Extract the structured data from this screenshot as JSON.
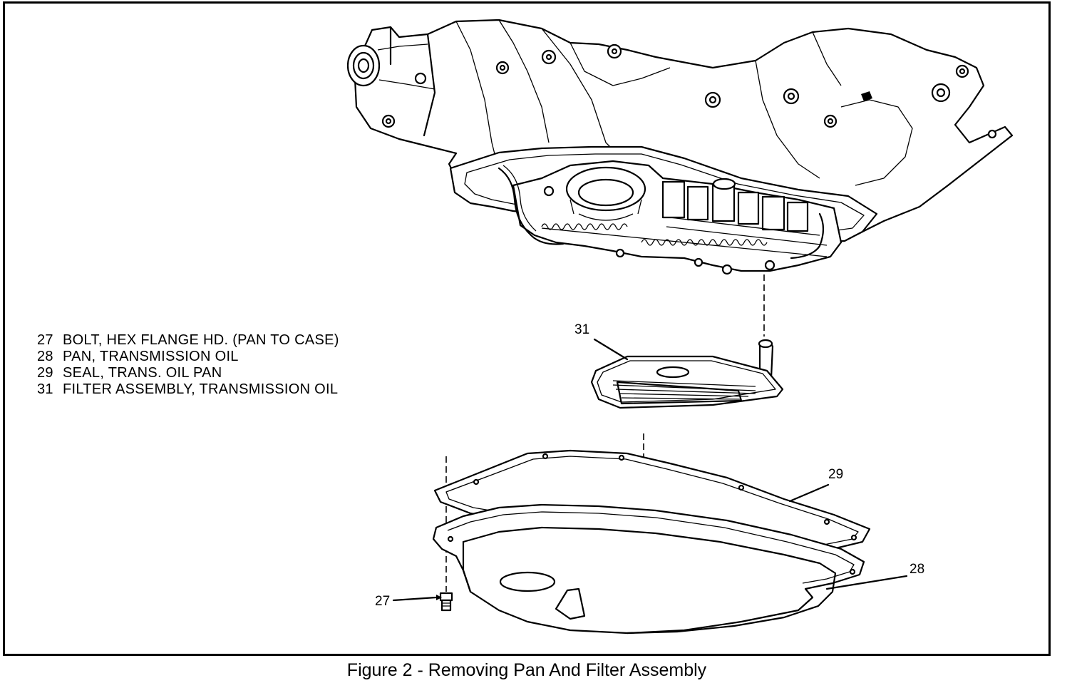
{
  "figure": {
    "caption": "Figure 2 - Removing Pan And Filter Assembly"
  },
  "legend": [
    {
      "num": "27",
      "text": "BOLT, HEX FLANGE HD. (PAN TO CASE)"
    },
    {
      "num": "28",
      "text": "PAN, TRANSMISSION OIL"
    },
    {
      "num": "29",
      "text": "SEAL, TRANS. OIL PAN"
    },
    {
      "num": "31",
      "text": "FILTER ASSEMBLY, TRANSMISSION OIL"
    }
  ],
  "callouts": {
    "c27": "27",
    "c28": "28",
    "c29": "29",
    "c31": "31"
  }
}
